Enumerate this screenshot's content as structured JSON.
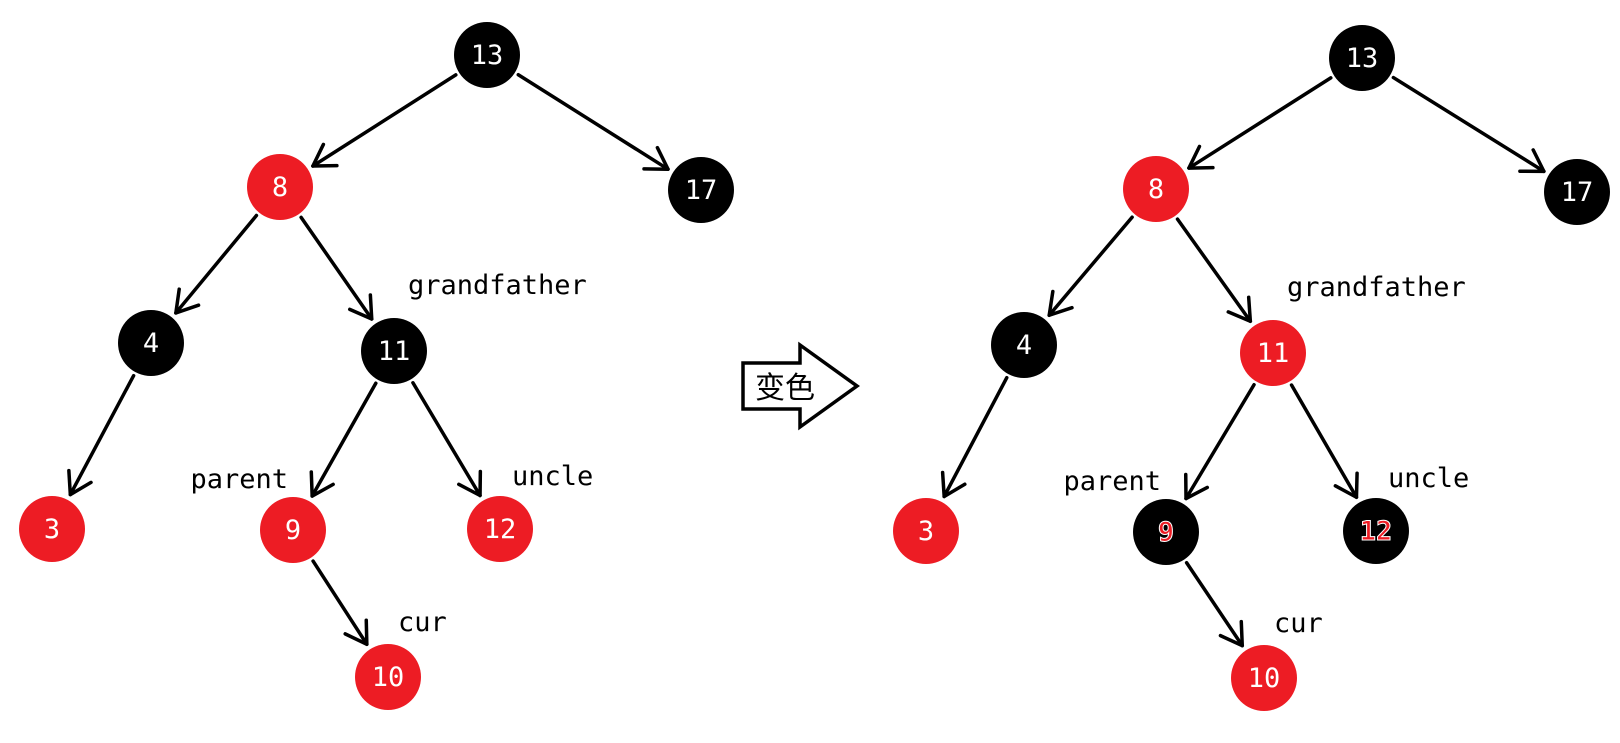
{
  "colors": {
    "red": "#ed1c24",
    "black": "#000000",
    "text_white": "#ffffff",
    "text_red": "#ed1c24"
  },
  "transition_label": "变色",
  "before": {
    "nodes": [
      {
        "id": "13",
        "label": "13",
        "color": "black"
      },
      {
        "id": "8",
        "label": "8",
        "color": "red"
      },
      {
        "id": "17",
        "label": "17",
        "color": "black"
      },
      {
        "id": "4",
        "label": "4",
        "color": "black"
      },
      {
        "id": "11",
        "label": "11",
        "color": "black"
      },
      {
        "id": "3",
        "label": "3",
        "color": "red"
      },
      {
        "id": "9",
        "label": "9",
        "color": "red"
      },
      {
        "id": "12",
        "label": "12",
        "color": "red"
      },
      {
        "id": "10",
        "label": "10",
        "color": "red"
      }
    ],
    "edges": [
      [
        "13",
        "8"
      ],
      [
        "13",
        "17"
      ],
      [
        "8",
        "4"
      ],
      [
        "8",
        "11"
      ],
      [
        "4",
        "3"
      ],
      [
        "11",
        "9"
      ],
      [
        "11",
        "12"
      ],
      [
        "9",
        "10"
      ]
    ],
    "roles": [
      {
        "node": "11",
        "text": "grandfather"
      },
      {
        "node": "9",
        "text": "parent"
      },
      {
        "node": "12",
        "text": "uncle"
      },
      {
        "node": "10",
        "text": "cur"
      }
    ]
  },
  "after": {
    "nodes": [
      {
        "id": "13",
        "label": "13",
        "color": "black"
      },
      {
        "id": "8",
        "label": "8",
        "color": "red"
      },
      {
        "id": "17",
        "label": "17",
        "color": "black"
      },
      {
        "id": "4",
        "label": "4",
        "color": "black"
      },
      {
        "id": "11",
        "label": "11",
        "color": "red"
      },
      {
        "id": "3",
        "label": "3",
        "color": "red"
      },
      {
        "id": "9",
        "label": "9",
        "color": "black",
        "text_color": "red"
      },
      {
        "id": "12",
        "label": "12",
        "color": "black",
        "text_color": "red"
      },
      {
        "id": "10",
        "label": "10",
        "color": "red"
      }
    ],
    "edges": [
      [
        "13",
        "8"
      ],
      [
        "13",
        "17"
      ],
      [
        "8",
        "4"
      ],
      [
        "8",
        "11"
      ],
      [
        "4",
        "3"
      ],
      [
        "11",
        "9"
      ],
      [
        "11",
        "12"
      ],
      [
        "9",
        "10"
      ]
    ],
    "roles": [
      {
        "node": "11",
        "text": "grandfather"
      },
      {
        "node": "9",
        "text": "parent"
      },
      {
        "node": "12",
        "text": "uncle"
      },
      {
        "node": "10",
        "text": "cur"
      }
    ]
  }
}
